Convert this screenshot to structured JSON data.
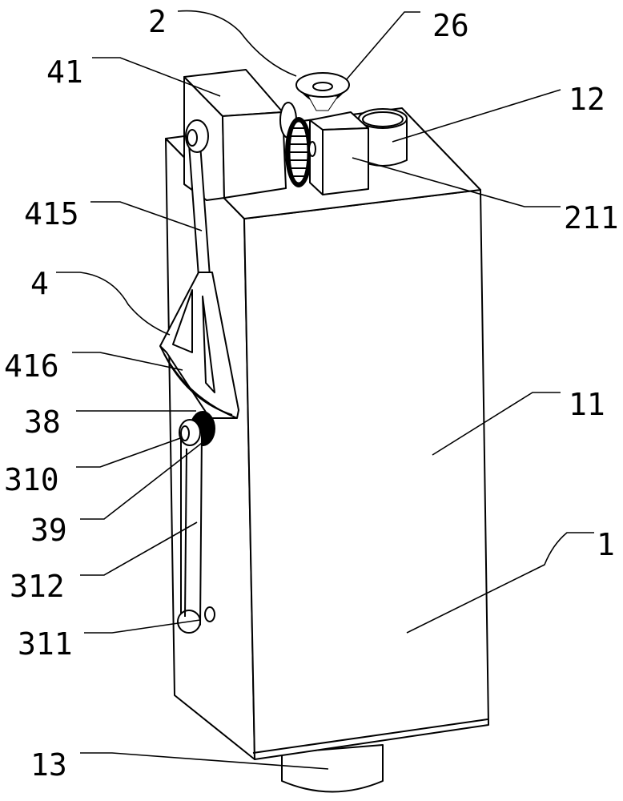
{
  "figure": {
    "labels": {
      "l2": "2",
      "l26": "26",
      "l41": "41",
      "l12": "12",
      "l211": "211",
      "l415": "415",
      "l4": "4",
      "l416": "416",
      "l38": "38",
      "l310": "310",
      "l39": "39",
      "l312": "312",
      "l311": "311",
      "l11": "11",
      "l1": "1",
      "l13": "13"
    }
  }
}
